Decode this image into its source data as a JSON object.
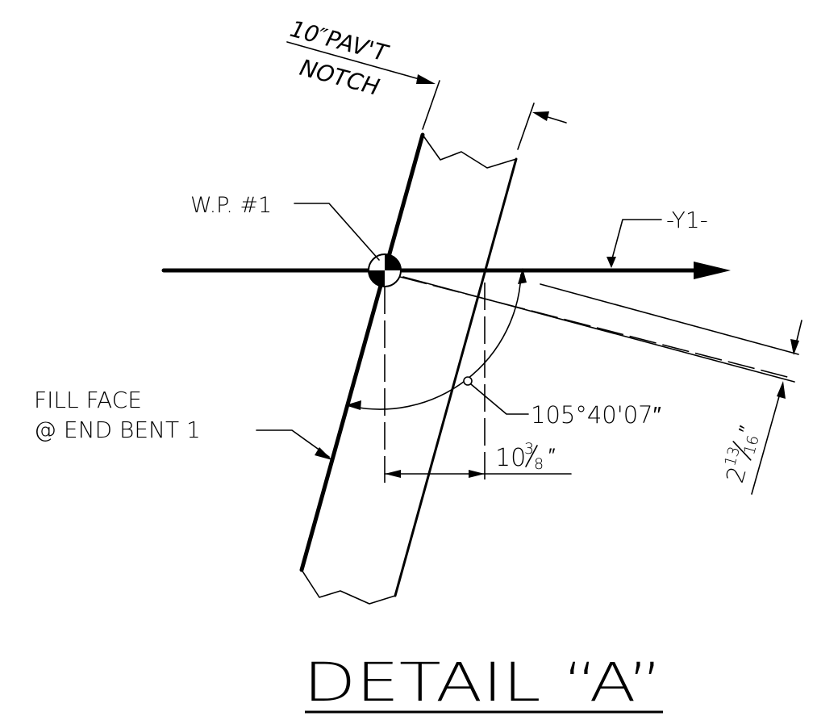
{
  "detail_title": "DETAIL “A”",
  "labels": {
    "pavement_notch_line1": "10″PAV'T",
    "pavement_notch_line2": "NOTCH",
    "work_point": "W.P. #1",
    "alignment": "-Y1-",
    "fill_face_line1": "FILL FACE",
    "fill_face_line2": "@ END BENT 1",
    "skew_angle": "105°40'07″"
  },
  "dimensions": {
    "horizontal_offset": {
      "whole": "10",
      "numerator": "3",
      "denominator": "8",
      "inch_mark": "″"
    },
    "perpendicular_offset": {
      "whole": "2",
      "numerator": "13",
      "denominator": "16",
      "inch_mark": "″"
    }
  },
  "icons": {
    "work_point_symbol": "work-point-icon",
    "arrow": "arrowhead-icon"
  }
}
